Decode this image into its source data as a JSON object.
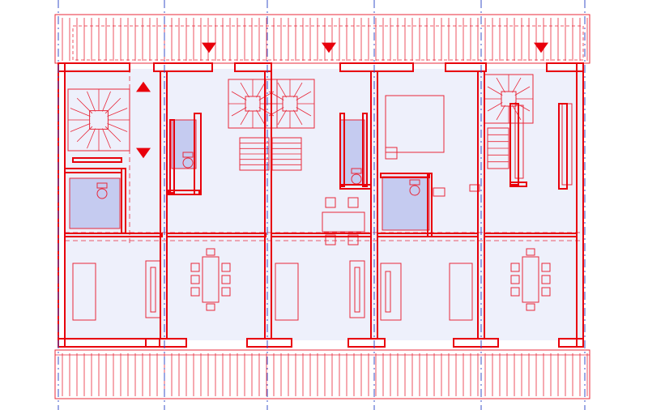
{
  "drawing": {
    "kind": "floor-plan",
    "units": 4,
    "axes_count": 6,
    "colors": {
      "background": "#ffffff",
      "wall": "#e8000b",
      "line": "#e8283a",
      "floor": "#eef0fb",
      "bathroom": "#c5cbf0",
      "axis": "#3a50c8",
      "marker": "#e8000b"
    },
    "entry_markers": [
      {
        "unit": 1,
        "direction": "down"
      },
      {
        "unit": 2,
        "direction": "down"
      },
      {
        "unit": 4,
        "direction": "down"
      }
    ],
    "stair_markers": [
      {
        "unit": 1,
        "direction": "up"
      },
      {
        "unit": 1,
        "direction": "down"
      }
    ],
    "rooms": [
      "stair",
      "bathroom",
      "kitchen",
      "living-dining",
      "bedroom"
    ]
  }
}
